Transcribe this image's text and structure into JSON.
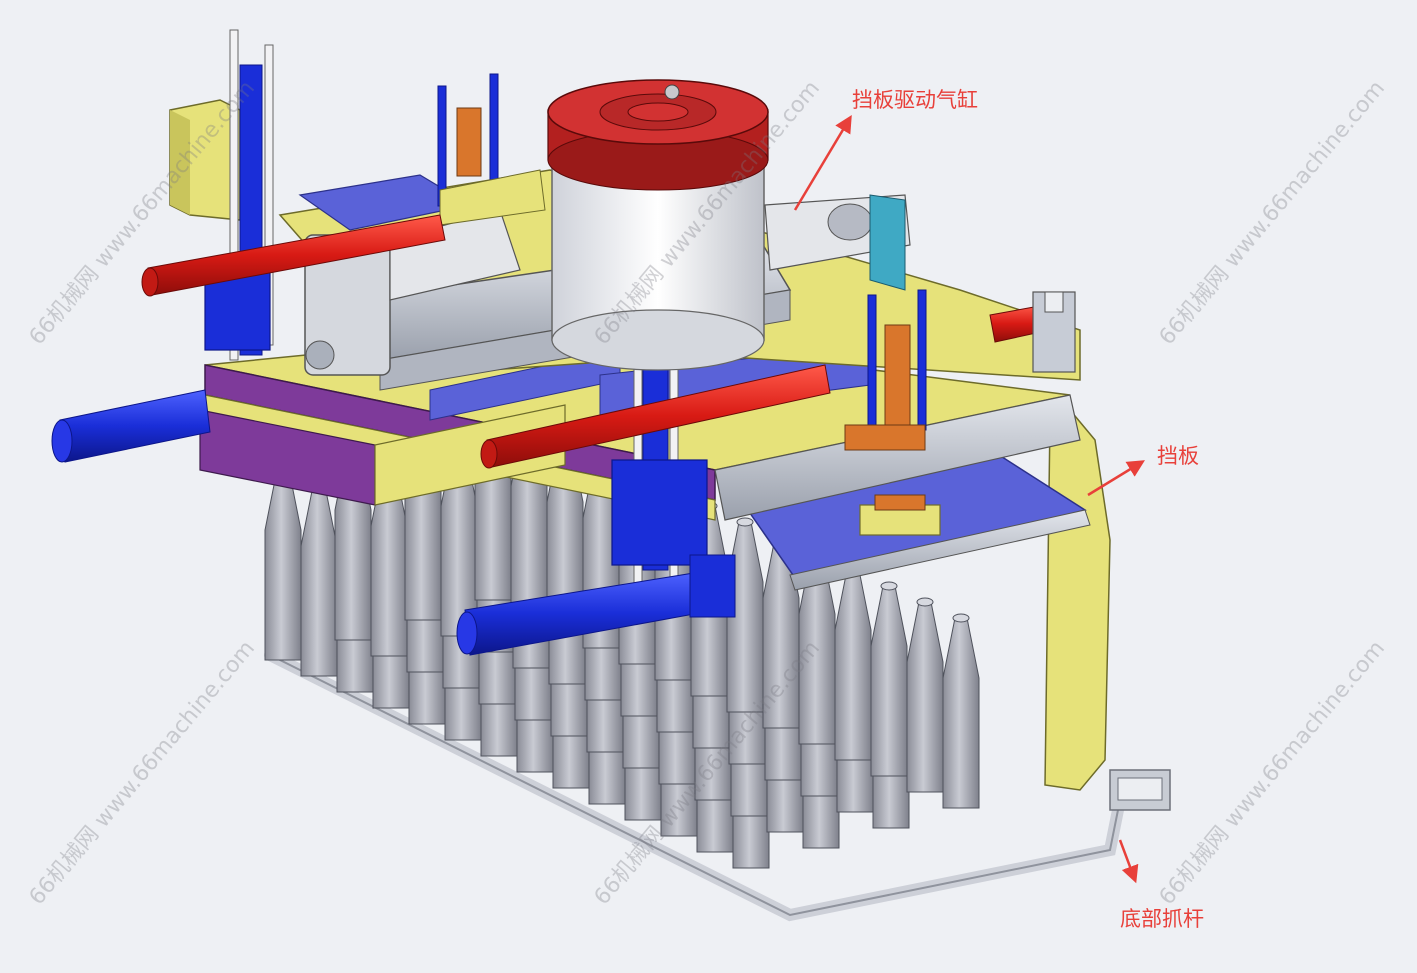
{
  "callouts": {
    "baffle_cylinder": "挡板驱动气缸",
    "baffle": "挡板",
    "bottom_grip_bar": "底部抓杆"
  },
  "watermark": {
    "text": "66机械网 www.66machine.com"
  },
  "colors": {
    "callout_red": "#e8403a",
    "frame_yellow": "#e6e27a",
    "cylinder_red": "#e02020",
    "cylinder_blue": "#1a2ed8",
    "cap_red": "#c42a2a",
    "bottle_gray": "#a9abb5",
    "rail_silver": "#c7ccd6",
    "plate_purple": "#7e3a9a"
  }
}
